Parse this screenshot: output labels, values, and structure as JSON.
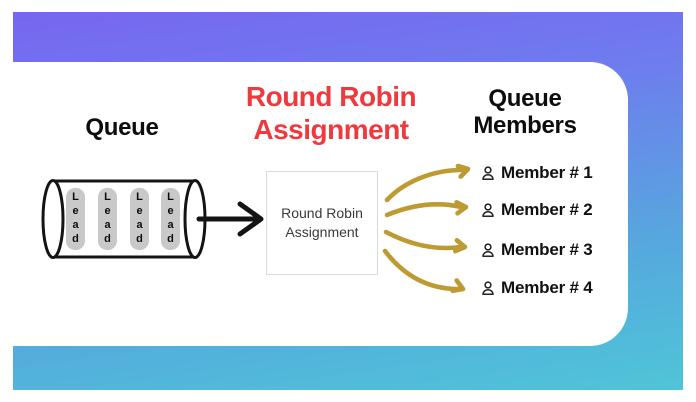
{
  "queue_panel": {
    "title": "Queue",
    "lead_labels": [
      "Lead",
      "Lead",
      "Lead",
      "Lead"
    ]
  },
  "main_heading": {
    "line1": "Round Robin",
    "line2": "Assignment"
  },
  "assignment_box": {
    "line1": "Round Robin",
    "line2": "Assignment"
  },
  "members_panel": {
    "title_line1": "Queue",
    "title_line2": "Members",
    "members": [
      {
        "icon": "person-icon",
        "label": "Member # 1"
      },
      {
        "icon": "person-icon",
        "label": "Member # 2"
      },
      {
        "icon": "person-icon",
        "label": "Member # 3"
      },
      {
        "icon": "person-icon",
        "label": "Member # 4"
      }
    ]
  },
  "colors": {
    "heading_red": "#ee3a3d",
    "arrow_gold": "#bd9a32",
    "flow_arrow_black": "#141414",
    "gradient_top_purple": "#7766f0",
    "gradient_bottom_teal": "#4fc5d8",
    "lead_pill_gray": "#c9c9c9"
  }
}
